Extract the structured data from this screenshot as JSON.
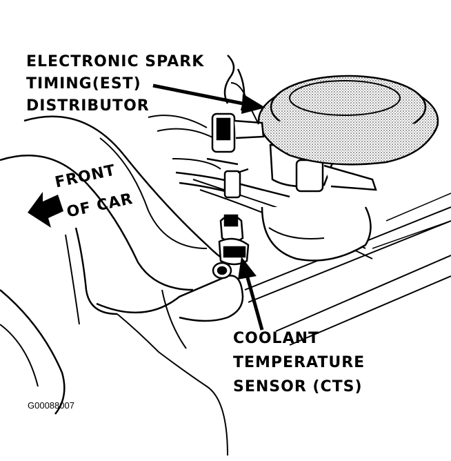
{
  "labels": {
    "est_line1": "ELECTRONIC SPARK",
    "est_line2": "TIMING(EST)",
    "est_line3": "DISTRIBUTOR",
    "cts_line1": "COOLANT",
    "cts_line2": "TEMPERATURE",
    "cts_line3": "SENSOR (CTS)",
    "front_line1": "FRONT",
    "front_line2": "OF CAR"
  },
  "figure_code": "G00088007",
  "colors": {
    "ink": "#000000",
    "stipple": "#b8b8b8",
    "paper": "#ffffff"
  },
  "icons": [
    "front-direction-arrow-icon"
  ]
}
